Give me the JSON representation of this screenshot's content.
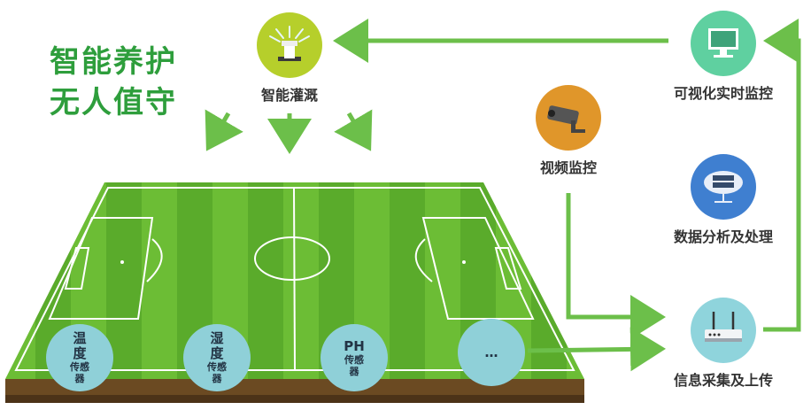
{
  "title": {
    "line1": "智能养护",
    "line2": "无人值守"
  },
  "nodes": {
    "irrigation": "智能灌溉",
    "video": "视频监控",
    "visual_monitor": "可视化实时监控",
    "data_processing": "数据分析及处理",
    "collect_upload": "信息采集及上传"
  },
  "sensors": [
    {
      "line1": "温",
      "line2": "度",
      "line3": "传感",
      "line4": "器"
    },
    {
      "line1": "湿",
      "line2": "度",
      "line3": "传感",
      "line4": "器"
    },
    {
      "line1": "PH",
      "line2": "",
      "line3": "传感",
      "line4": "器"
    },
    {
      "line1": "…",
      "line2": "",
      "line3": "",
      "line4": ""
    }
  ],
  "colors": {
    "accent_green": "#5cb85c",
    "title_green": "#2e9e3c",
    "sensor_fill": "#8fd0d8"
  }
}
